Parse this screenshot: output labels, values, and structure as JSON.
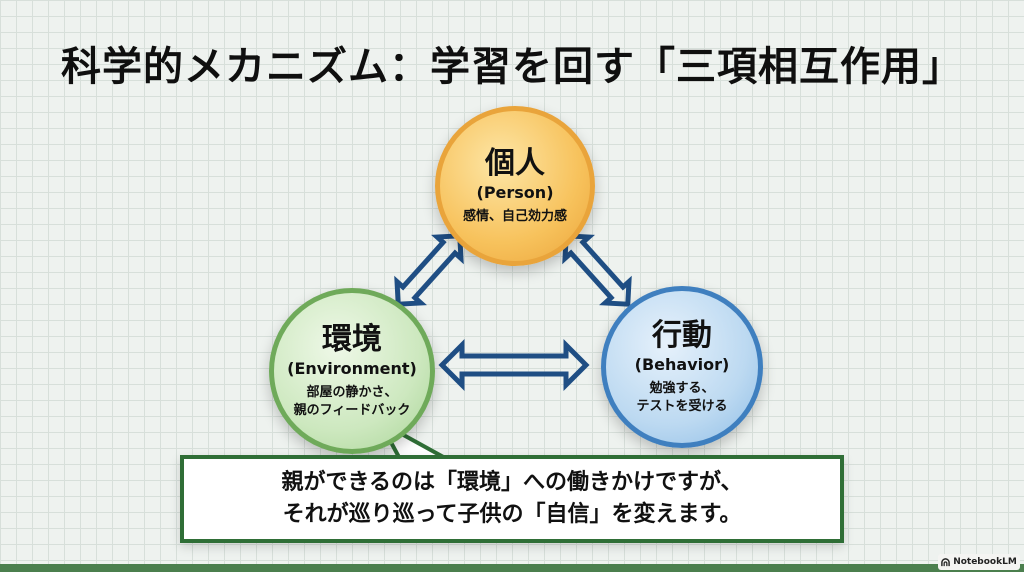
{
  "title": "科学的メカニズム：学習を回す「三項相互作用」",
  "nodes": {
    "person": {
      "name": "個人",
      "en": "(Person)",
      "desc1": "感情、自己効力感",
      "color": "#f7c25c"
    },
    "environment": {
      "name": "環境",
      "en": "(Environment)",
      "desc1": "部屋の静かさ、",
      "desc2": "親のフィードバック",
      "color": "#cde8bf"
    },
    "behavior": {
      "name": "行動",
      "en": "(Behavior)",
      "desc1": "勉強する、",
      "desc2": "テストを受ける",
      "color": "#bcd9f1"
    }
  },
  "arrow_color": "#1f4e84",
  "callout": {
    "line1": "親ができるのは「環境」への働きかけですが、",
    "line2": "それが巡り巡って子供の「自信」を変えます。",
    "border_color": "#2f6e36"
  },
  "watermark": {
    "icon": "notebooklm-icon",
    "label": "NotebookLM"
  }
}
